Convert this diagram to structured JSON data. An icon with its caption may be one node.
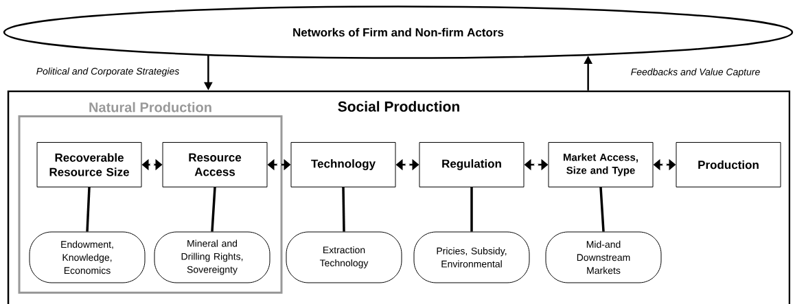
{
  "diagram": {
    "nodes": [
      {
        "text": [
          "Networks of Firm and Non-firm Actors"
        ]
      },
      {
        "text": [
          "Social Production"
        ]
      },
      {
        "text": [
          "Natural Production"
        ],
        "in": 1
      },
      {
        "text": [
          "Recoverable Resource Size"
        ],
        "in": 2
      },
      {
        "text": [
          "Resource Access"
        ],
        "in": 2
      },
      {
        "text": [
          "Endowment, Knowledge, Economics"
        ],
        "in": 2
      },
      {
        "text": [
          "Mineral and Drilling Rights, Sovereignty"
        ],
        "in": 2
      },
      {
        "text": [
          "Technology"
        ],
        "in": 1
      },
      {
        "text": [
          "Extraction Technology"
        ],
        "in": 1
      },
      {
        "text": [
          "Regulation"
        ],
        "in": 1
      },
      {
        "text": [
          "Pricies, Subsidy, Environmental"
        ],
        "in": 1
      },
      {
        "text": [
          "Market Access, Size and Type"
        ],
        "in": 1
      },
      {
        "text": [
          "Mid-and Downstream Markets"
        ],
        "in": 1
      },
      {
        "text": [
          "Production"
        ],
        "in": 1
      }
    ],
    "edges": [
      {
        "from": 0,
        "to": 1,
        "arrow": "to",
        "label": "Political and Corporate Strategies"
      },
      {
        "from": 1,
        "to": 0,
        "arrow": "to",
        "label": "Feedbacks and Value Capture"
      },
      {
        "from": 3,
        "to": 4,
        "arrow": "both"
      },
      {
        "from": 4,
        "to": 7,
        "arrow": "both"
      },
      {
        "from": 7,
        "to": 9,
        "arrow": "both"
      },
      {
        "from": 9,
        "to": 11,
        "arrow": "both"
      },
      {
        "from": 11,
        "to": 13,
        "arrow": "both"
      },
      {
        "from": 3,
        "to": 5,
        "arrow": "none"
      },
      {
        "from": 4,
        "to": 6,
        "arrow": "none"
      },
      {
        "from": 7,
        "to": 8,
        "arrow": "none"
      },
      {
        "from": 9,
        "to": 10,
        "arrow": "none"
      },
      {
        "from": 11,
        "to": 12,
        "arrow": "none"
      }
    ]
  }
}
